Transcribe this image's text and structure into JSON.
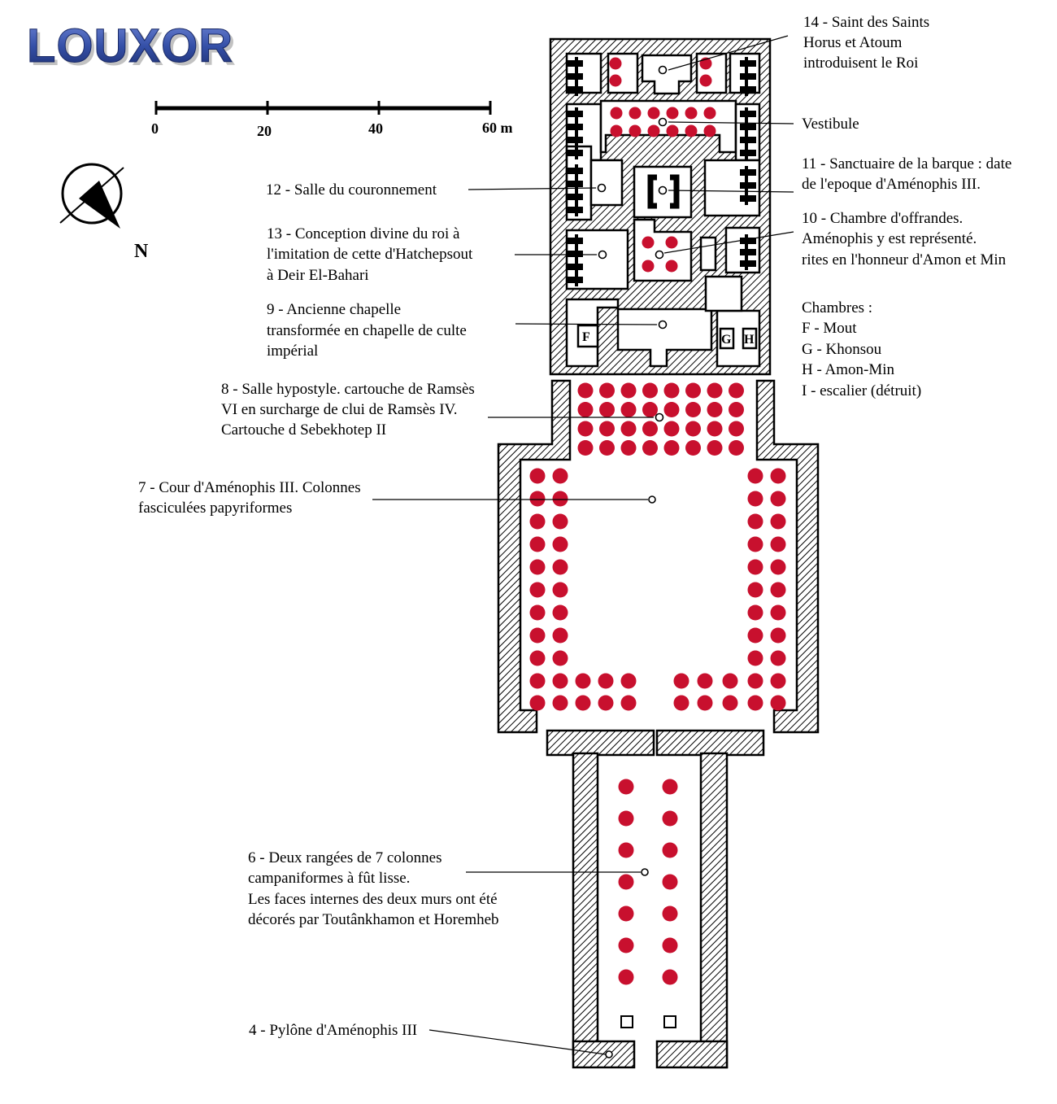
{
  "title": "LOUXOR",
  "scale_bar": {
    "ticks": [
      "0",
      "20",
      "40",
      "60 m"
    ]
  },
  "north_label": "N",
  "colors": {
    "column": "#c8102e",
    "wall_line": "#000000",
    "title_text": "#2a3f8f"
  },
  "labels": {
    "l14": [
      "14 - Saint des Saints",
      "Horus et Atoum",
      "introduisent le Roi"
    ],
    "vestibule": [
      "Vestibule"
    ],
    "l11": [
      "11 -  Sanctuaire de la barque : date",
      "de l'epoque d'Aménophis III."
    ],
    "l12": [
      "12 - Salle du couronnement"
    ],
    "l10": [
      "10 - Chambre d'offrandes.",
      "Aménophis y est représenté.",
      "rites en l'honneur d'Amon et Min"
    ],
    "l13": [
      "13 - Conception divine du roi à",
      "l'imitation de cette d'Hatchepsout",
      "à Deir El-Bahari"
    ],
    "chambres": [
      "Chambres :",
      "F - Mout",
      "G - Khonsou",
      "H - Amon-Min",
      "I - escalier (détruit)"
    ],
    "l9": [
      "9 - Ancienne chapelle",
      "transformée en chapelle de culte",
      "impérial"
    ],
    "l8": [
      "8 - Salle hypostyle. cartouche de Ramsès",
      "VI en surcharge de clui de Ramsès IV.",
      "Cartouche d Sebekhotep II"
    ],
    "l7": [
      "7 - Cour d'Aménophis III. Colonnes",
      "fasciculées papyriformes"
    ],
    "l6": [
      "6 - Deux rangées de 7 colonnes",
      "campaniformes à fût lisse.",
      "Les faces internes des deux murs ont été",
      "décorés par Toutânkhamon et Horemheb"
    ],
    "l4": [
      "4 - Pylône d'Aménophis III"
    ]
  },
  "chamber_letters": {
    "f": "F",
    "g": "G",
    "h": "H"
  }
}
